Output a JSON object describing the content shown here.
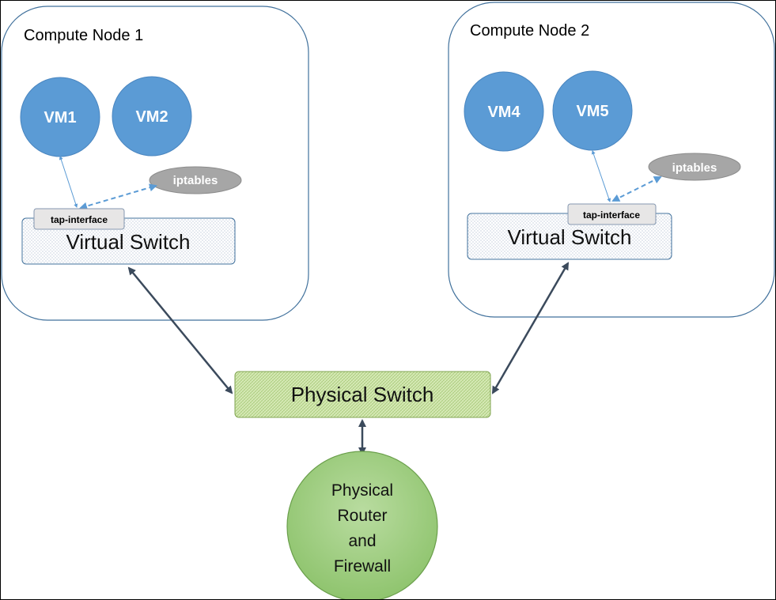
{
  "nodes": [
    {
      "title": "Compute Node 1",
      "vms": [
        "VM1",
        "VM2"
      ],
      "iptables": "iptables",
      "tap": "tap-interface",
      "vswitch": "Virtual Switch"
    },
    {
      "title": "Compute Node 2",
      "vms": [
        "VM4",
        "VM5"
      ],
      "iptables": "iptables",
      "tap": "tap-interface",
      "vswitch": "Virtual Switch"
    }
  ],
  "physical_switch": "Physical Switch",
  "router": {
    "lines": [
      "Physical",
      "Router",
      "and",
      "Firewall"
    ]
  },
  "colors": {
    "vm_fill": "#5b9bd5",
    "iptables_fill": "#a6a6a6",
    "node_border": "#41719c",
    "link_arrow": "#3b4a5c",
    "dashed_link": "#5b9bd5",
    "physical_switch_fill": "#d6e9b5",
    "router_fill": "#a9d18e"
  }
}
